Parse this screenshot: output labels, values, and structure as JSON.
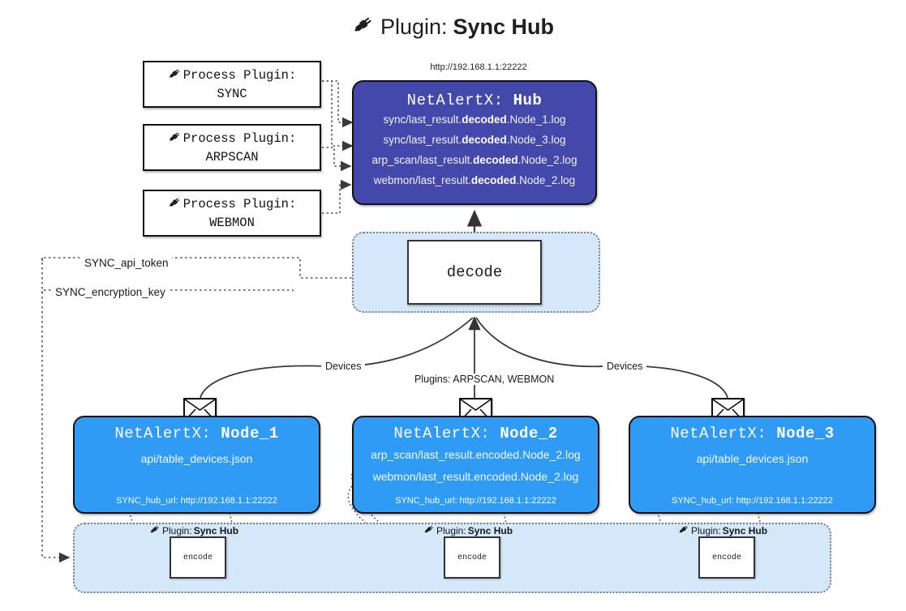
{
  "title": {
    "icon": "plug-icon",
    "prefix": "Plugin:",
    "name": "Sync Hub"
  },
  "hub": {
    "url": "http://192.168.1.1:22222",
    "title_prefix": "NetAlertX:",
    "title_name": "Hub",
    "lines": [
      {
        "pre": "sync/last_result.",
        "mid": "decoded",
        "post": ".Node_1.log"
      },
      {
        "pre": "sync/last_result.",
        "mid": "decoded",
        "post": ".Node_3.log"
      },
      {
        "pre": "arp_scan/last_result.",
        "mid": "decoded",
        "post": ".Node_2.log"
      },
      {
        "pre": "webmon/last_result.",
        "mid": "decoded",
        "post": ".Node_2.log"
      }
    ]
  },
  "process_plugins": [
    {
      "icon": "plug-icon",
      "label": "Process Plugin:",
      "name": "SYNC"
    },
    {
      "icon": "plug-icon",
      "label": "Process Plugin:",
      "name": "ARPSCAN"
    },
    {
      "icon": "plug-icon",
      "label": "Process Plugin:",
      "name": "WEBMON"
    }
  ],
  "decode": {
    "label": "decode"
  },
  "keys": [
    {
      "label": "SYNC_api_token"
    },
    {
      "label": "SYNC_encryption_key"
    }
  ],
  "edge_labels": {
    "devices_left": "Devices",
    "devices_right": "Devices",
    "plugins_center": "Plugins: ARPSCAN, WEBMON"
  },
  "nodes": [
    {
      "icon": "envelope-icon",
      "title_prefix": "NetAlertX:",
      "title_name": "Node_1",
      "lines": [
        "api/table_devices.json"
      ],
      "footer": "SYNC_hub_url: http://192.168.1.1:22222"
    },
    {
      "icon": "envelope-icon",
      "title_prefix": "NetAlertX:",
      "title_name": "Node_2",
      "lines": [
        "arp_scan/last_result.encoded.Node_2.log",
        "webmon/last_result.encoded.Node_2.log"
      ],
      "footer": "SYNC_hub_url: http://192.168.1.1:22222"
    },
    {
      "icon": "envelope-icon",
      "title_prefix": "NetAlertX:",
      "title_name": "Node_3",
      "lines": [
        "api/table_devices.json"
      ],
      "footer": "SYNC_hub_url: http://192.168.1.1:22222"
    }
  ],
  "encoders": [
    {
      "icon": "plug-icon",
      "label_prefix": "Plugin:",
      "label_name": "Sync Hub",
      "box": "encode"
    },
    {
      "icon": "plug-icon",
      "label_prefix": "Plugin:",
      "label_name": "Sync Hub",
      "box": "encode"
    },
    {
      "icon": "plug-icon",
      "label_prefix": "Plugin:",
      "label_name": "Sync Hub",
      "box": "encode"
    }
  ],
  "colors": {
    "hub_fill": "#4448ab",
    "node_fill": "#2f9bf5",
    "container_fill": "#d4e8fa",
    "stroke": "#111111",
    "dotted_stroke": "#7a7a7a",
    "background": "#ffffff"
  }
}
